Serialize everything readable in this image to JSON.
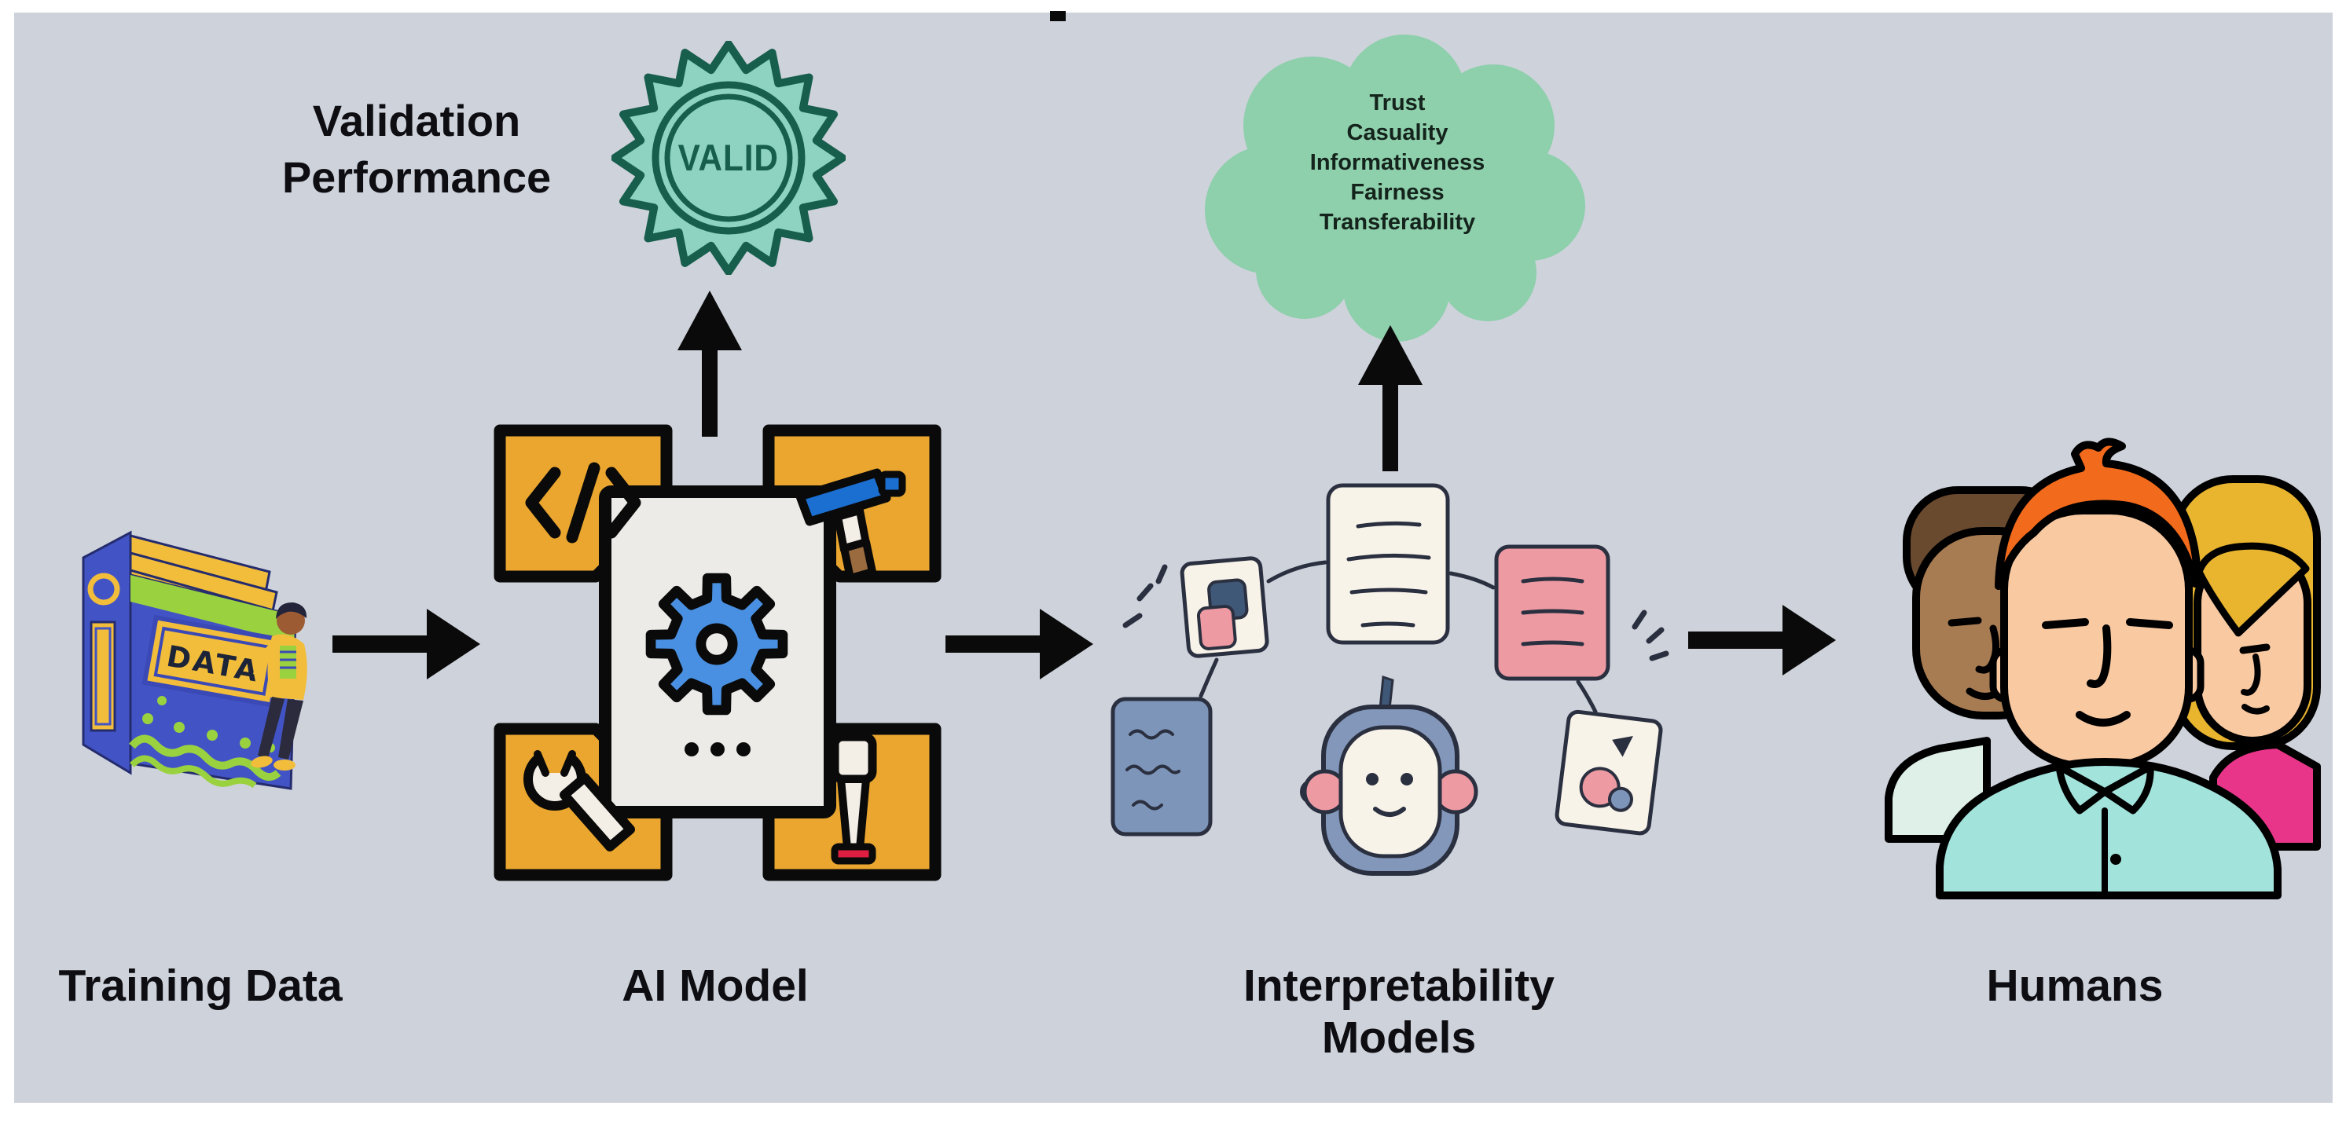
{
  "page": {
    "background": "#ffffff",
    "panel_color": "#ced2db"
  },
  "flow": {
    "nodes": [
      {
        "id": "training-data",
        "label": "Training Data"
      },
      {
        "id": "ai-model",
        "label": "AI Model"
      },
      {
        "id": "interpretability-models",
        "label": "Interpretability Models"
      },
      {
        "id": "humans",
        "label": "Humans"
      }
    ],
    "arrows": [
      "training-data to ai-model",
      "ai-model to interpretability-models",
      "interpretability-models to humans",
      "ai-model up to validation-performance",
      "interpretability-models up to properties-cloud"
    ]
  },
  "validation": {
    "label": "Validation Performance",
    "badge_text": "VALID"
  },
  "properties_cloud": {
    "items": [
      "Trust",
      "Casuality",
      "Informativeness",
      "Fairness",
      "Transferability"
    ]
  },
  "training_book": {
    "cover_text": "DATA"
  },
  "colors": {
    "panel_gray": "#ced2db",
    "arrow_black": "#0a0a0a",
    "cloud_green": "#8ecfac",
    "badge_fill": "#8ed3c1",
    "badge_outline": "#175e4d",
    "icon_orange": "#eaa62e",
    "gear_blue": "#4a90e2",
    "book_blue": "#4254c5",
    "book_green": "#9ad23f",
    "book_yellow": "#f2bd3a",
    "robot_head": "#8297ba",
    "card_pink": "#ee9aa2",
    "card_blue": "#7e95ba",
    "card_cream": "#f8f3e9",
    "shirt_teal": "#a2e3dc",
    "hair_orange": "#f26a1b",
    "hair_blonde": "#e9b52f",
    "top_pink": "#e8358a"
  }
}
